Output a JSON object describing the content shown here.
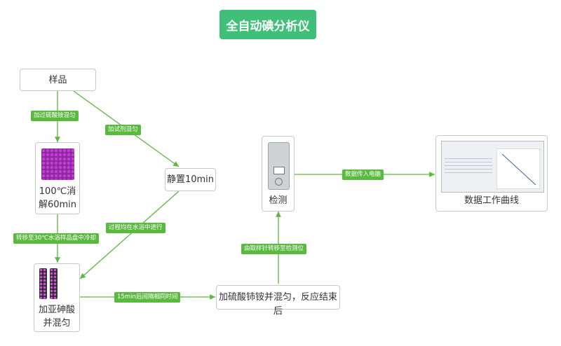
{
  "title": "全自动碘分析仪",
  "nodes": {
    "sample": "样品",
    "digest": [
      "100℃消",
      "解60min"
    ],
    "stand": "静置10min",
    "arsenite": [
      "加亚砷酸",
      "并混匀"
    ],
    "cerium": "加硫酸铈铵并混匀，反应结束后",
    "detect": "检测",
    "curve": "数据工作曲线"
  },
  "edges": {
    "e1": "加过硫酸铵混匀",
    "e2": "加试剂混匀",
    "e3": "转移至30℃水浴样品盘中冷却",
    "e4": "过程均在水浴中进行",
    "e5": "15min后间隔相同时间",
    "e6": "由取样针转移至检测位",
    "e7": "数据传入电脑"
  },
  "colors": {
    "title_bg": "#3fbf78",
    "edge": "#5ab93f",
    "border": "#c9c9c9"
  }
}
